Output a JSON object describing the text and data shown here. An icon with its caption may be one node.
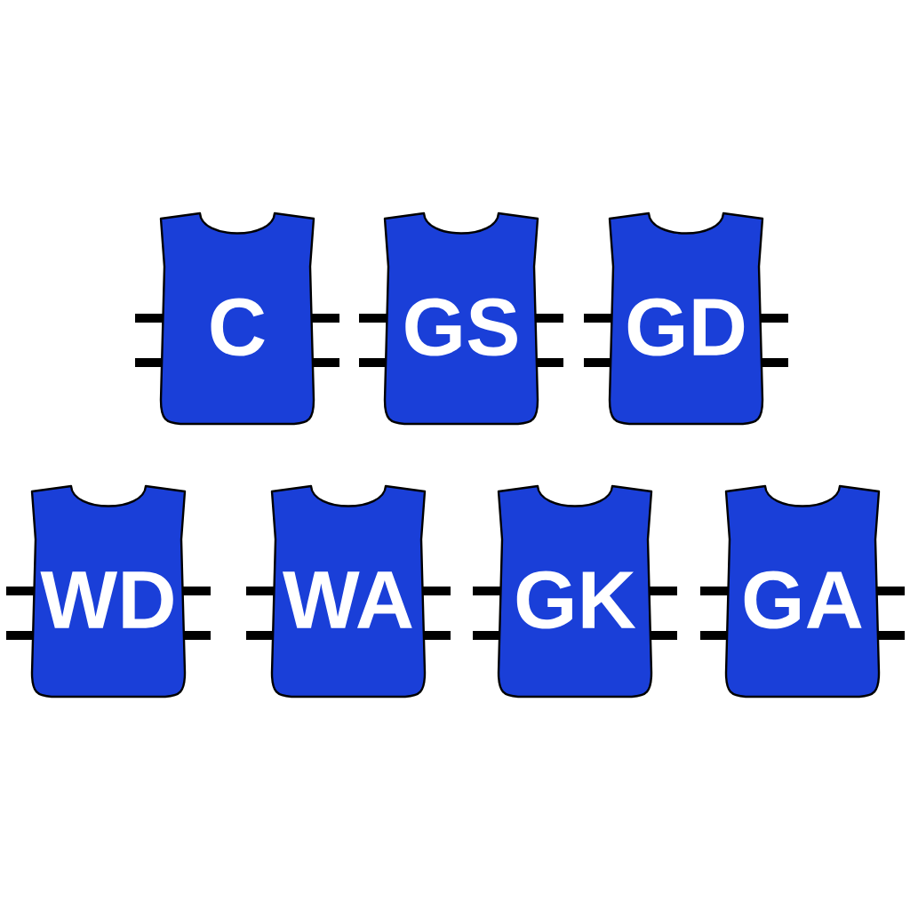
{
  "diagram": {
    "nodes": [
      {
        "text": [
          "C"
        ]
      },
      {
        "text": [
          "GS"
        ]
      },
      {
        "text": [
          "GD"
        ]
      },
      {
        "text": [
          "WD"
        ]
      },
      {
        "text": [
          "WA"
        ]
      },
      {
        "text": [
          "GK"
        ]
      },
      {
        "text": [
          "GA"
        ]
      }
    ]
  }
}
